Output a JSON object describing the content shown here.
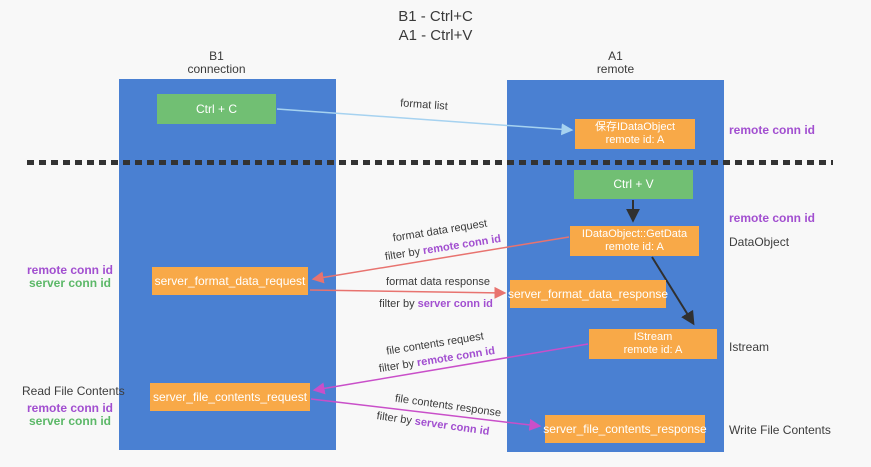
{
  "title": {
    "line1": "B1 - Ctrl+C",
    "line2": "A1 - Ctrl+V"
  },
  "lanes": {
    "left": {
      "name": "B1",
      "role": "connection"
    },
    "right": {
      "name": "A1",
      "role": "remote"
    }
  },
  "nodes": {
    "ctrl_c": {
      "label": "Ctrl + C"
    },
    "ctrl_v": {
      "label": "Ctrl + V"
    },
    "save_dataobject": {
      "line1": "保存IDataObject",
      "line2": "remote id: A"
    },
    "getdata": {
      "line1": "IDataObject::GetData",
      "line2": "remote id: A"
    },
    "istream": {
      "line1": "IStream",
      "line2": "remote id: A"
    },
    "format_request": {
      "label": "server_format_data_request"
    },
    "format_response": {
      "label": "server_format_data_response"
    },
    "file_request": {
      "label": "server_file_contents_request"
    },
    "file_response": {
      "label": "server_file_contents_response"
    }
  },
  "flows": {
    "format_list": "format list",
    "format_data_request": "format data request",
    "format_data_response": "format data response",
    "file_contents_request": "file contents request",
    "file_contents_response": "file contents response",
    "filter_by": "filter by",
    "remote_conn_id": "remote conn id",
    "server_conn_id": "server conn id"
  },
  "annotations": {
    "right_top_remote_conn_id": "remote conn id",
    "right_mid_remote_conn_id": "remote conn id",
    "dataobject": "DataObject",
    "istream": "Istream",
    "write_file_contents": "Write File Contents",
    "left_remote_conn_id": "remote conn id",
    "left_server_conn_id": "server conn id",
    "read_file_contents": "Read File Contents",
    "left_remote_conn_id_2": "remote conn id",
    "left_server_conn_id_2": "server conn id"
  },
  "colors": {
    "lane_blue": "#4a80d2",
    "node_green": "#71bf73",
    "node_orange": "#f8a948",
    "arrow_red": "#e8736f",
    "arrow_magenta": "#c94fc9",
    "arrow_light_blue": "#a6d2f0",
    "arrow_black": "#303030",
    "text_purple": "#a24fd0",
    "text_green": "#5cb868",
    "dash_line": "#333333"
  }
}
